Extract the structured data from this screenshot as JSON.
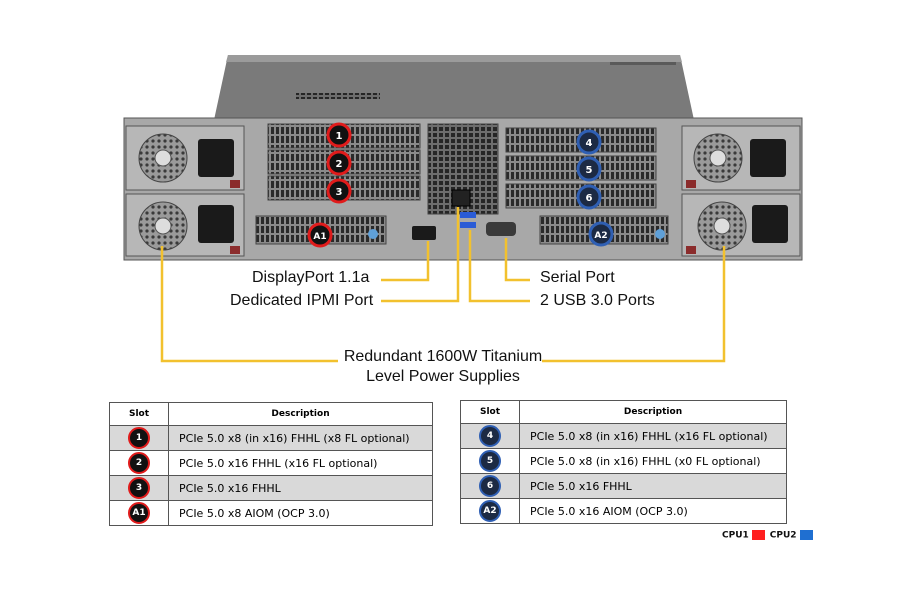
{
  "callouts": {
    "displayport": "DisplayPort 1.1a",
    "ipmi": "Dedicated IPMI  Port",
    "serial": "Serial Port",
    "usb": "2 USB 3.0 Ports",
    "psu_line1": "Redundant  1600W Titanium",
    "psu_line2": "Level Power Supplies"
  },
  "server_badges": {
    "s1": "1",
    "s2": "2",
    "s3": "3",
    "a1": "A1",
    "s4": "4",
    "s5": "5",
    "s6": "6",
    "a2": "A2"
  },
  "table_left": {
    "header_slot": "Slot",
    "header_desc": "Description",
    "rows": [
      {
        "slot": "1",
        "desc": "PCIe 5.0 x8 (in x16) FHHL (x8 FL optional)"
      },
      {
        "slot": "2",
        "desc": "PCIe 5.0 x16 FHHL (x16 FL optional)"
      },
      {
        "slot": "3",
        "desc": "PCIe 5.0 x16 FHHL"
      },
      {
        "slot": "A1",
        "desc": "PCIe 5.0 x8 AIOM (OCP 3.0)"
      }
    ]
  },
  "table_right": {
    "header_slot": "Slot",
    "header_desc": "Description",
    "rows": [
      {
        "slot": "4",
        "desc": "PCIe 5.0 x8 (in x16) FHHL (x16 FL optional)"
      },
      {
        "slot": "5",
        "desc": "PCIe 5.0 x8 (in x16) FHHL (x0 FL optional)"
      },
      {
        "slot": "6",
        "desc": "PCIe 5.0 x16 FHHL"
      },
      {
        "slot": "A2",
        "desc": "PCIe 5.0 x16 AIOM (OCP 3.0)"
      }
    ]
  },
  "legend": {
    "cpu1_label": "CPU1",
    "cpu1_color": "#ff1f1f",
    "cpu2_label": "CPU2",
    "cpu2_color": "#1f6fd1"
  },
  "colors": {
    "callout_line": "#f2c12e",
    "cpu1_ring": "#e01b1b",
    "cpu2_ring": "#2f5fb3"
  }
}
